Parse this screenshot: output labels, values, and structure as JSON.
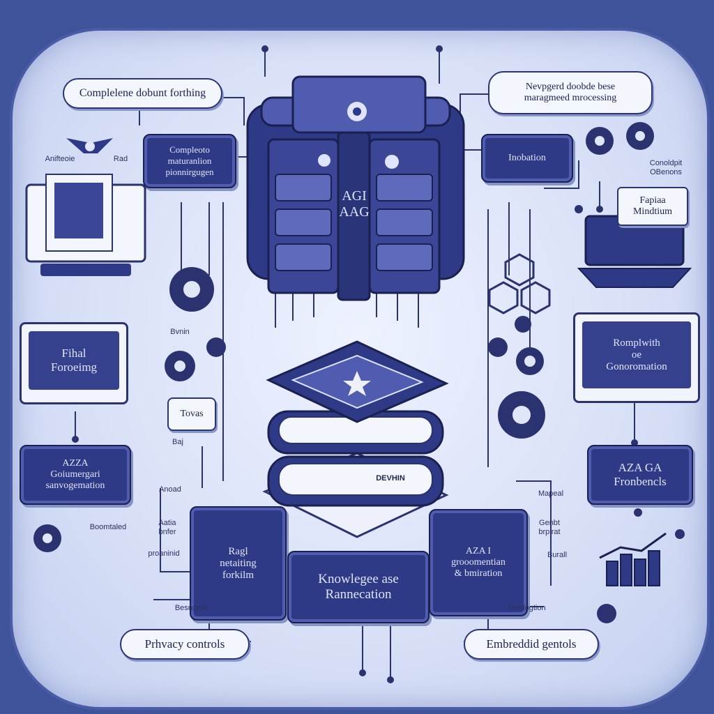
{
  "labels": {
    "top_left_pill": "Complelene dobunt forthing",
    "top_right_pill": "Nevpgerd doobde bese\nmaragmeed mrocessing",
    "left_box_1": "Compleoto\nmaturanlion\npionnirgugen",
    "right_box_1": "Inobation",
    "right_box_2": "Fapiaa\nMindtium",
    "left_monitor": "Fihal\nForoeimg",
    "right_box_3": "Romplwith\noe\nGonoromation",
    "left_box_2": "AZZA\nGoiumergari\nsanvogemation",
    "right_box_4": "AZA GA\nFronbencls",
    "center_left_box": "Ragl\nnetaiting\nforkilm",
    "center_box": "Knowlegee ase\nRannecation",
    "center_right_box": "AZA I\ngrooomentian\n& bmiration",
    "bottom_left_pill": "Prhvacy controls",
    "bottom_right_pill": "Embreddid gentols",
    "small_tovas": "Tovas",
    "book_spine": "AGI\nAAG",
    "book_label": "DEVHIN",
    "tiny_left_1": "Anifteoie",
    "tiny_left_2": "Rad",
    "tiny_right_1": "Conoldpit\nOBenons",
    "tiny_mid_1": "Bvnin",
    "tiny_mid_2": "Baj",
    "tiny_left_3": "Anoad",
    "tiny_left_4": "Boomtaled",
    "tiny_left_5": "Aatia\nbnfer",
    "tiny_left_6": "proaninid",
    "tiny_right_2": "Mapeal",
    "tiny_right_3": "Genbt\nbrpirat",
    "tiny_right_4": "Burall",
    "tiny_bottom_1": "Besngpilo",
    "tiny_bottom_2": "Genlogtion"
  },
  "colors": {
    "frame": "#3f539a",
    "panel": "#dfe6f8",
    "ink": "#2b3270",
    "box_fill": "#2f3a86"
  }
}
